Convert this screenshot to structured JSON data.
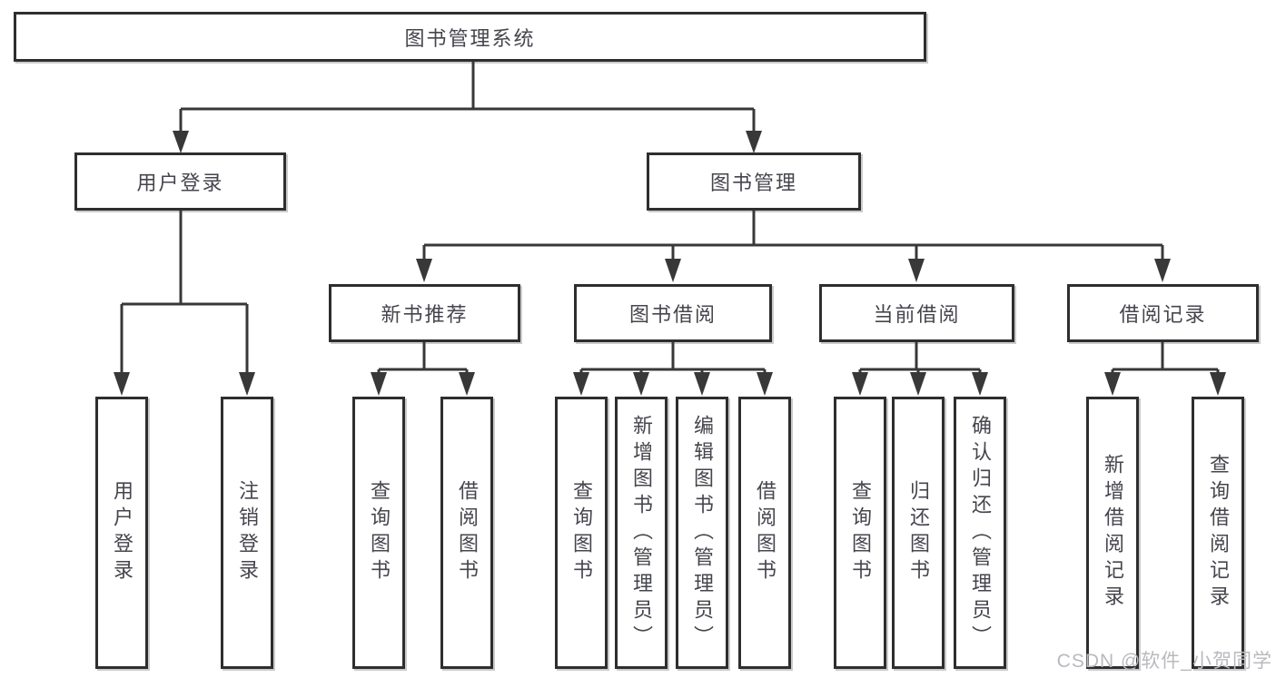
{
  "diagram_type": "hierarchy",
  "colors": {
    "background": "#ffffff",
    "box_border": "#2e2e2e",
    "box_fill": "#ffffff",
    "line": "#383838",
    "text": "#45454d",
    "watermark": "#b9b9bf"
  },
  "tree": {
    "label": "图书管理系统",
    "children": [
      {
        "label": "用户登录",
        "children": [
          {
            "label": "用户登录"
          },
          {
            "label": "注销登录"
          }
        ]
      },
      {
        "label": "图书管理",
        "children": [
          {
            "label": "新书推荐",
            "children": [
              {
                "label": "查询图书"
              },
              {
                "label": "借阅图书"
              }
            ]
          },
          {
            "label": "图书借阅",
            "children": [
              {
                "label": "查询图书"
              },
              {
                "label": "新增图书（管理员）"
              },
              {
                "label": "编辑图书（管理员）"
              },
              {
                "label": "借阅图书"
              }
            ]
          },
          {
            "label": "当前借阅",
            "children": [
              {
                "label": "查询图书"
              },
              {
                "label": "归还图书"
              },
              {
                "label": "确认归还（管理员）"
              }
            ]
          },
          {
            "label": "借阅记录",
            "children": [
              {
                "label": "新增借阅记录"
              },
              {
                "label": "查询借阅记录"
              }
            ]
          }
        ]
      }
    ]
  },
  "watermark": "CSDN @软件_小贺同学"
}
